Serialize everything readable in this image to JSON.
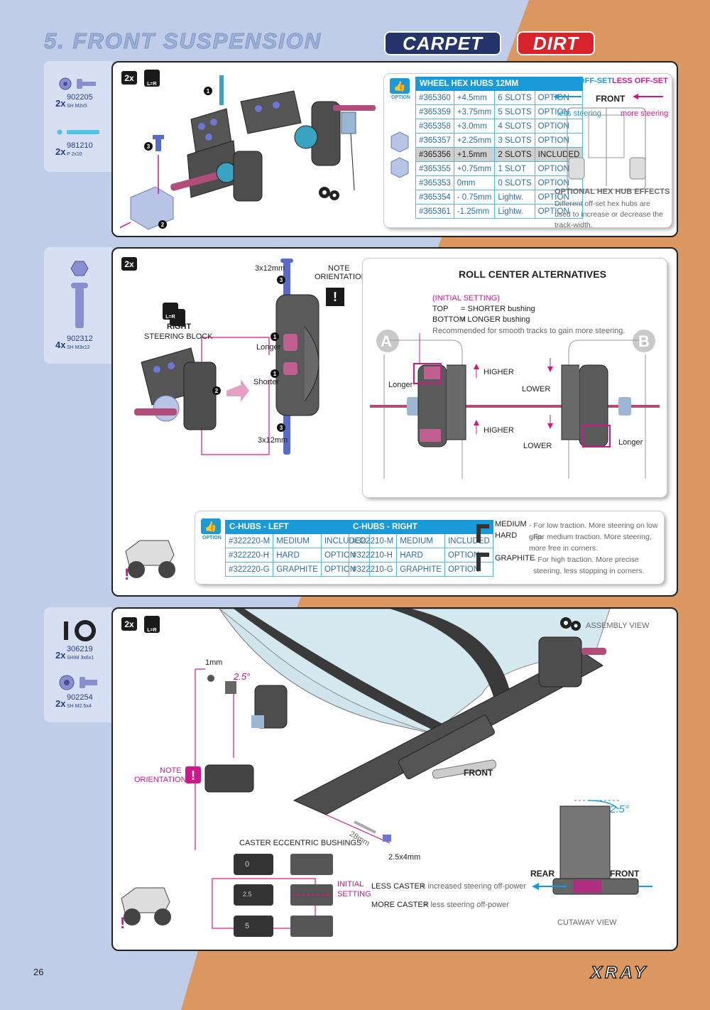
{
  "header": {
    "title": "5. FRONT SUSPENSION",
    "badge_carpet": "CARPET",
    "badge_dirt": "DIRT"
  },
  "step1": {
    "parts": [
      {
        "qty": "2x",
        "number": "902205",
        "desc": "SH M2x5"
      },
      {
        "qty": "2x",
        "number": "981210",
        "desc": "P 2x10"
      }
    ],
    "count_badge": "2x",
    "lr_badge": "L=R",
    "callouts": [
      "1",
      "2",
      "3"
    ],
    "option_label": "OPTION",
    "hex_table": {
      "header": "WHEEL HEX HUBS 12MM",
      "rows": [
        [
          "#365360",
          "+4.5mm",
          "6 SLOTS",
          "OPTION"
        ],
        [
          "#365359",
          "+3.75mm",
          "5 SLOTS",
          "OPTION"
        ],
        [
          "#365358",
          "+3.0mm",
          "4 SLOTS",
          "OPTION"
        ],
        [
          "#365357",
          "+2.25mm",
          "3 SLOTS",
          "OPTION"
        ],
        [
          "#365356",
          "+1.5mm",
          "2 SLOTS",
          "INCLUDED"
        ],
        [
          "#365355",
          "+0.75mm",
          "1 SLOT",
          "OPTION"
        ],
        [
          "#365353",
          "0mm",
          "0 SLOTS",
          "OPTION"
        ],
        [
          "#365354",
          "- 0.75mm",
          "Lightw.",
          "OPTION"
        ],
        [
          "#365361",
          "-1.25mm",
          "Lightw.",
          "OPTION"
        ]
      ],
      "highlight_row": 4
    },
    "offset": {
      "more": "MORE OFF-SET",
      "less": "LESS OFF-SET",
      "front": "FRONT",
      "less_steering": "less steering",
      "more_steering": "more steering",
      "effects_title": "OPTIONAL HEX HUB EFFECTS",
      "effects_text": "Different off-set hex hubs are used to increase or decrease the track-width."
    }
  },
  "step2": {
    "parts": [
      {
        "qty": "4x",
        "number": "902312",
        "desc": "SH M3x12"
      }
    ],
    "count_badge": "2x",
    "lr_badge": "L=R",
    "screw_top": "3x12mm",
    "screw_bottom": "3x12mm",
    "note": "NOTE",
    "orientation": "ORIENTATION",
    "right": "RIGHT",
    "steering_block": "STEERING BLOCK",
    "longer": "Longer",
    "shorter": "Shorter",
    "callouts": [
      "1",
      "1",
      "2",
      "3",
      "3"
    ],
    "roll_center": {
      "title": "ROLL CENTER ALTERNATIVES",
      "initial": "(INITIAL SETTING)",
      "top": "TOP",
      "top_value": "= SHORTER bushing",
      "bottom": "BOTTOM",
      "bottom_value": "= LONGER bushing",
      "recommended": "Recommended for smooth tracks to gain more steering.",
      "a": "A",
      "b": "B",
      "higher1": "HIGHER",
      "higher2": "HIGHER",
      "lower1": "LOWER",
      "lower2": "LOWER",
      "longer_a": "Longer",
      "longer_b": "Longer"
    },
    "option_label": "OPTION",
    "chubs_left": {
      "header": "C-HUBS - LEFT",
      "rows": [
        [
          "#322220-M",
          "MEDIUM",
          "INCLUDED"
        ],
        [
          "#322220-H",
          "HARD",
          "OPTION"
        ],
        [
          "#322220-G",
          "GRAPHITE",
          "OPTION"
        ]
      ]
    },
    "chubs_right": {
      "header": "C-HUBS - RIGHT",
      "rows": [
        [
          "#322210-M",
          "MEDIUM",
          "INCLUDED"
        ],
        [
          "#322210-H",
          "HARD",
          "OPTION"
        ],
        [
          "#322210-G",
          "GRAPHITE",
          "OPTION"
        ]
      ]
    },
    "materials": [
      {
        "name": "MEDIUM",
        "desc": "- For low traction. More steering on low grip."
      },
      {
        "name": "HARD",
        "desc": "- For medium traction. More steering, more free in corners."
      },
      {
        "name": "GRAPHITE",
        "desc": "- For high traction. More precise steering, less stopping in corners."
      }
    ]
  },
  "step3": {
    "parts": [
      {
        "qty": "2x",
        "number": "306219",
        "desc": "SHIM 3x6x1"
      },
      {
        "qty": "2x",
        "number": "902254",
        "desc": "SH M2.5x4"
      }
    ],
    "count_badge": "2x",
    "lr_badge": "L=R",
    "assembly_view": "ASSEMBLY VIEW",
    "shim": "1mm",
    "angle": "2.5°",
    "note": "NOTE",
    "orientation": "ORIENTATION",
    "front": "FRONT",
    "pin": "28mm",
    "screw": "2.5x4mm",
    "caster_title": "CASTER ECCENTRIC BUSHINGS",
    "bushing_marks": [
      "0",
      "2.5",
      "5"
    ],
    "initial": "INITIAL",
    "setting": "SETTING",
    "less_caster": "LESS CASTER",
    "less_caster_desc": "= increased steering off-power",
    "more_caster": "MORE CASTER",
    "more_caster_desc": "= less steering off-power",
    "rear": "REAR",
    "front2": "FRONT",
    "angle2": "2.5°",
    "cutaway": "CUTAWAY VIEW"
  },
  "footer": {
    "page": "26",
    "brand": "XRAY"
  },
  "colors": {
    "blue_bg": "#bfcde9",
    "orange_bg": "#dc965f",
    "accent_blue": "#1a9ad9",
    "accent_magenta": "#d0178a",
    "navy": "#25346a",
    "red": "#d8232a"
  }
}
